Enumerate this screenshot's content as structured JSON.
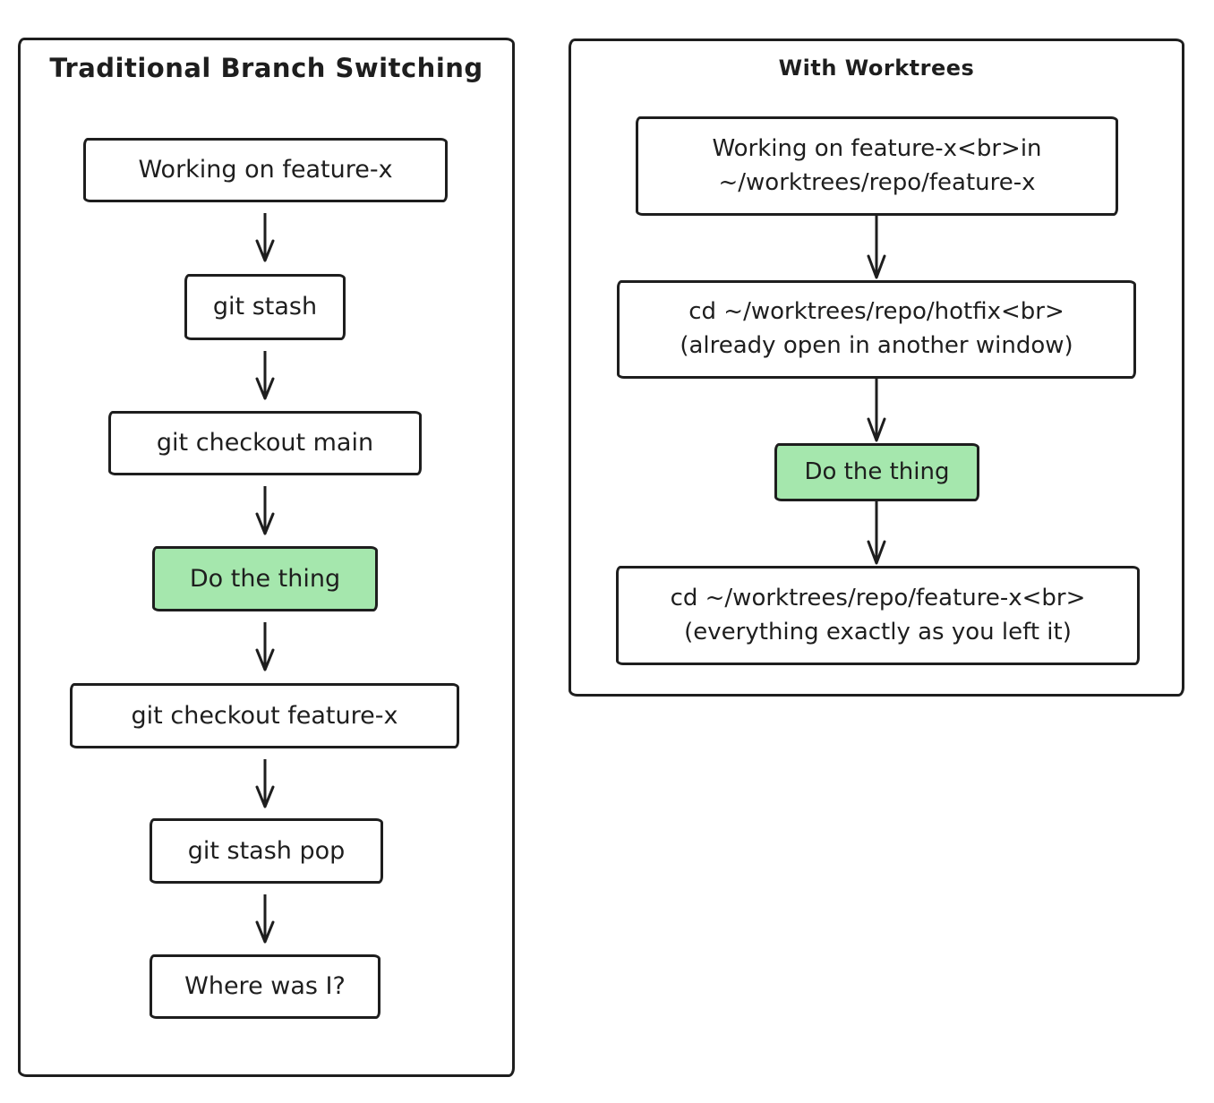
{
  "canvas": {
    "background_color": "#ffffff",
    "ink_color": "#1e1e1e",
    "highlight_color": "#a5e7ad"
  },
  "left_panel": {
    "title": "Traditional Branch Switching",
    "nodes": [
      {
        "label": "Working on feature-x",
        "highlighted": false
      },
      {
        "label": "git stash",
        "highlighted": false
      },
      {
        "label": "git checkout main",
        "highlighted": false
      },
      {
        "label": "Do the thing",
        "highlighted": true
      },
      {
        "label": "git checkout feature-x",
        "highlighted": false
      },
      {
        "label": "git stash pop",
        "highlighted": false
      },
      {
        "label": "Where was I?",
        "highlighted": false
      }
    ]
  },
  "right_panel": {
    "title": "With Worktrees",
    "nodes": [
      {
        "line1": "Working on feature-x<br>in",
        "line2": "~/worktrees/repo/feature-x",
        "highlighted": false
      },
      {
        "line1": "cd ~/worktrees/repo/hotfix<br>",
        "line2": "(already open in another window)",
        "highlighted": false
      },
      {
        "label": "Do the thing",
        "highlighted": true
      },
      {
        "line1": "cd ~/worktrees/repo/feature-x<br>",
        "line2": "(everything exactly as you left it)",
        "highlighted": false
      }
    ]
  }
}
